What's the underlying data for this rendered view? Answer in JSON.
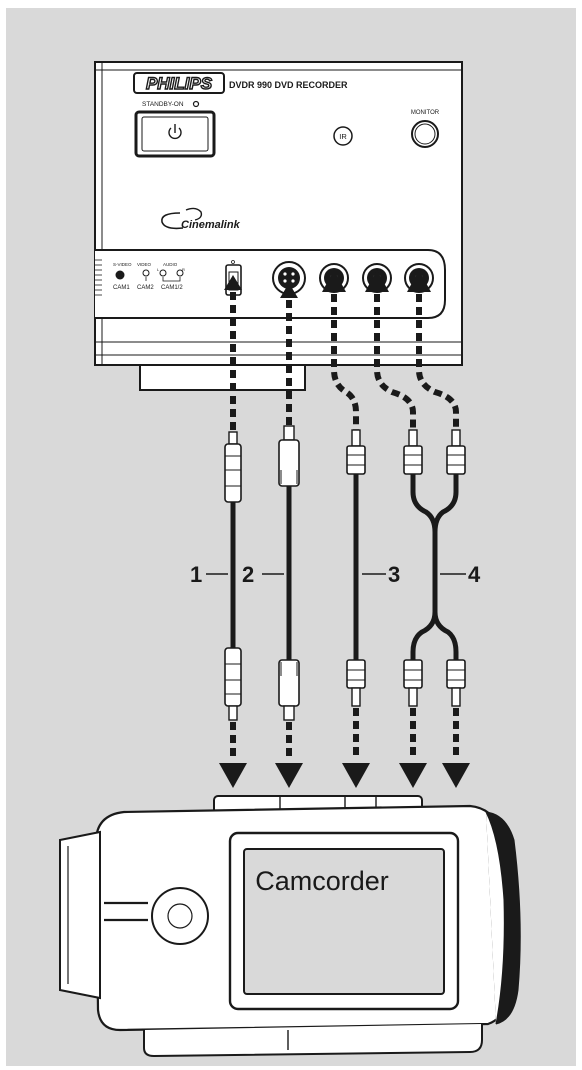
{
  "recorder": {
    "brand": "PHILIPS",
    "model": "DVDR 990 DVD RECORDER",
    "standby_label": "STANDBY-ON",
    "ir_label": "IR",
    "monitor_label": "MONITOR",
    "cinemalink_logo": "Cinemalink",
    "front_inputs": {
      "svideo": "S-VIDEO",
      "video": "VIDEO",
      "audio": "AUDIO",
      "audio_l": "L",
      "audio_r": "R",
      "cam1": "CAM1",
      "cam2": "CAM2",
      "cam12": "CAM1/2"
    }
  },
  "cables": [
    {
      "number": "1"
    },
    {
      "number": "2"
    },
    {
      "number": "3"
    },
    {
      "number": "4"
    }
  ],
  "camcorder": {
    "label": "Camcorder"
  },
  "colors": {
    "background": "#d9d9d9",
    "line": "#1a1a1a",
    "device_fill": "#ffffff"
  }
}
